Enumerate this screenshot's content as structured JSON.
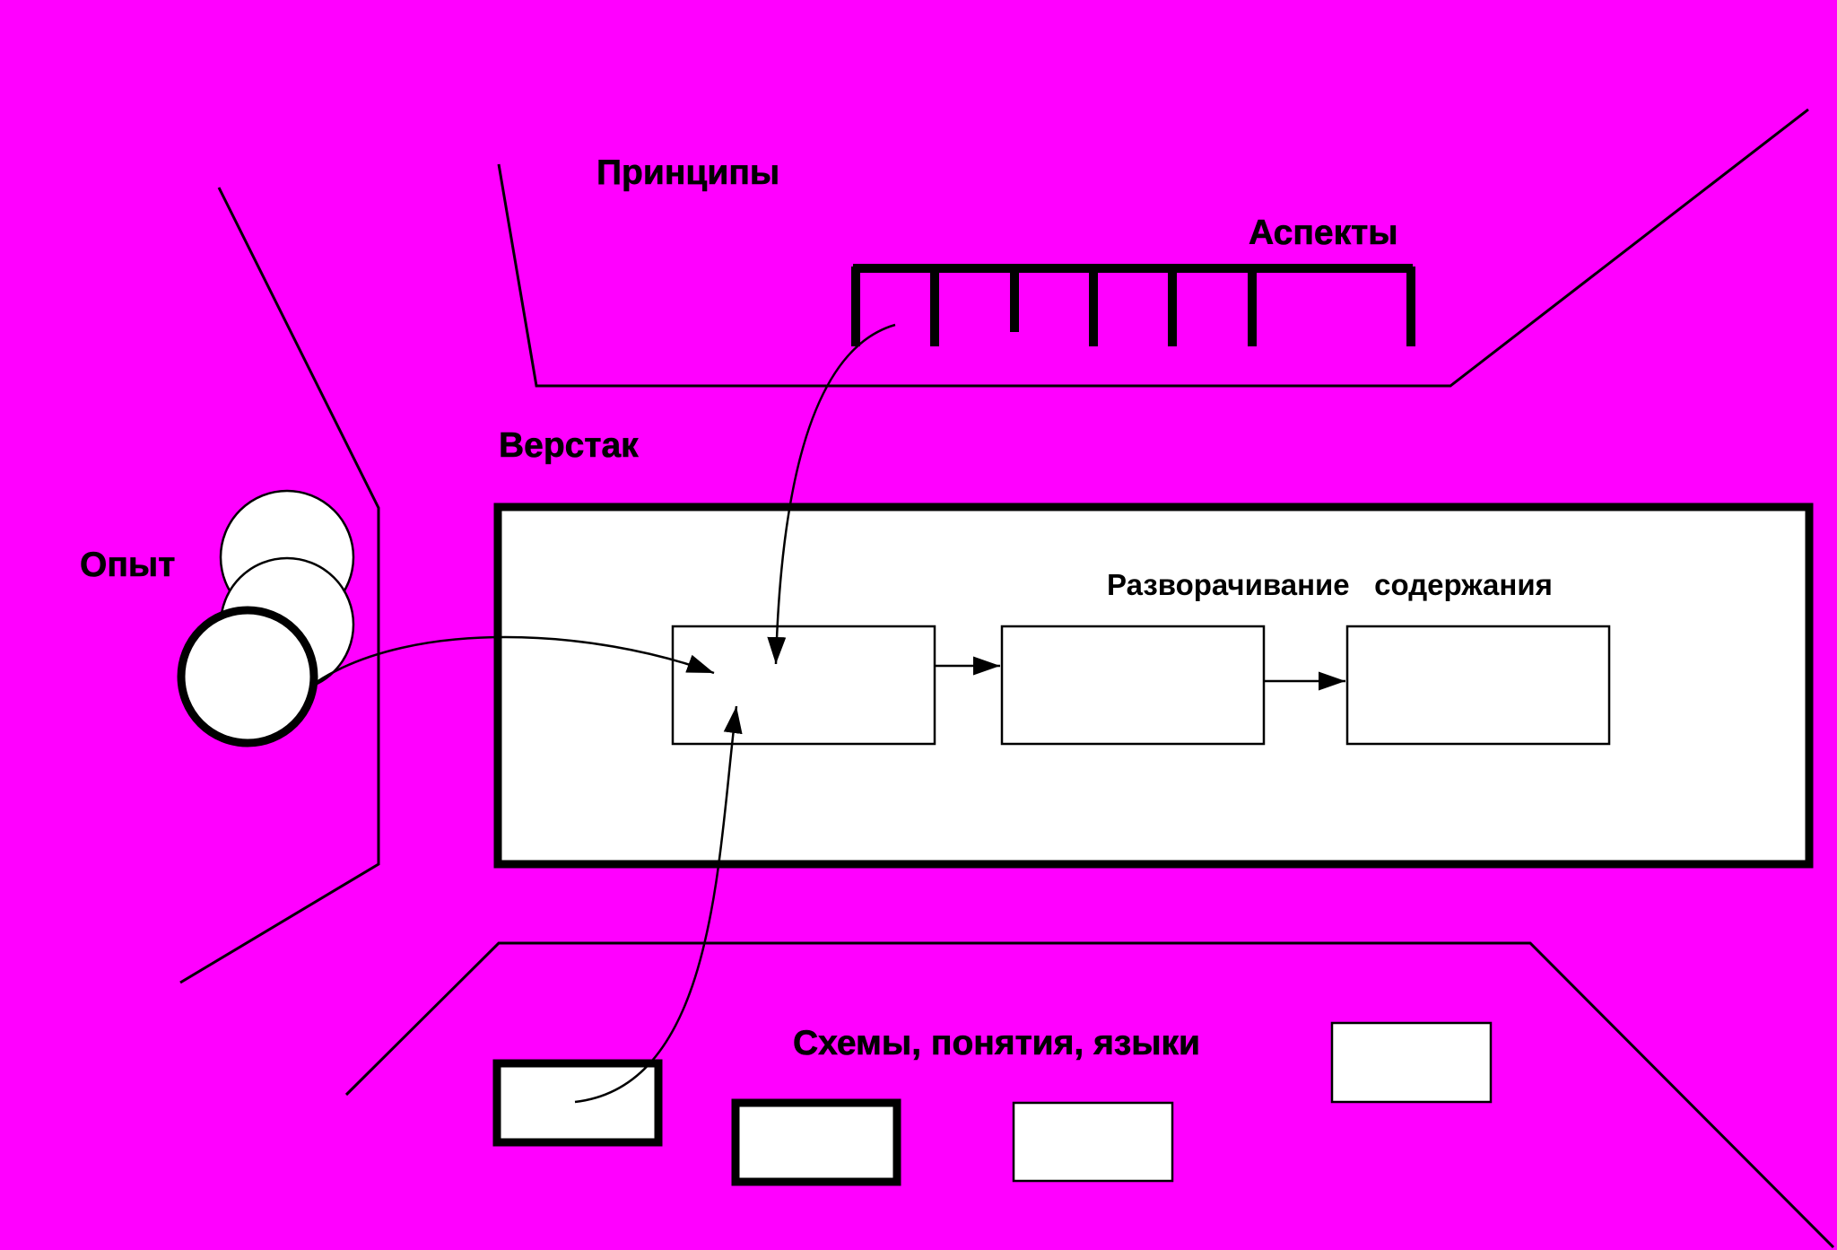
{
  "labels": {
    "principles": "Принципы",
    "aspects": "Аспекты",
    "workbench": "Верстак",
    "experience": "Опыт",
    "unfolding": "Разворачивание   содержания",
    "schemes": "Схемы, понятия, языки"
  },
  "colors": {
    "background": "#FF00FF",
    "box_fill": "#FFFFFF",
    "stroke": "#000000"
  }
}
